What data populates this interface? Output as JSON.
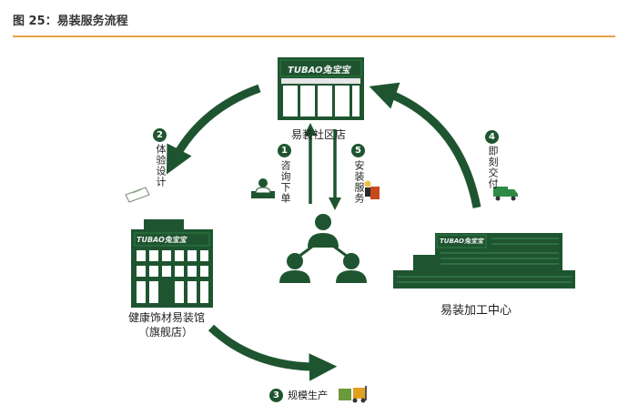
{
  "header": {
    "title": "图 25：易装服务流程"
  },
  "nodes": {
    "store": {
      "brand": "TUBAO兔宝宝",
      "label": "易装社区店"
    },
    "flagship": {
      "brand": "TUBAO兔宝宝",
      "label": "健康饰材易装馆",
      "sub": "（旗舰店）"
    },
    "factory": {
      "brand": "TUBAO兔宝宝",
      "label": "易装加工中心"
    }
  },
  "steps": [
    {
      "num": "1",
      "label": "咨询下单"
    },
    {
      "num": "2",
      "label": "体验设计"
    },
    {
      "num": "3",
      "label": "规模生产"
    },
    {
      "num": "4",
      "label": "即刻交付"
    },
    {
      "num": "5",
      "label": "安装服务"
    }
  ],
  "colors": {
    "green": "#1e5530",
    "rule": "#e8a04a"
  }
}
